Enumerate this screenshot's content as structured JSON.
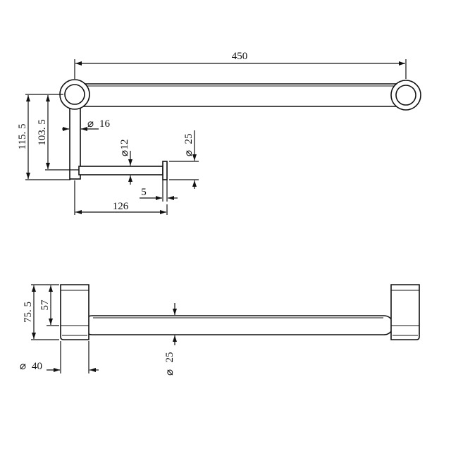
{
  "top_view": {
    "length": "450",
    "height_total": "115. 5",
    "height_inner": "103. 5",
    "post_dia": "16",
    "pin_dia": "12",
    "cap_dia": "25",
    "cap_thickness": "5",
    "projection": "126"
  },
  "front_view": {
    "height_total": "75. 5",
    "height_inner": "57",
    "base_dia": "40",
    "bar_dia": "25"
  },
  "symbols": {
    "diameter": "⌀"
  }
}
